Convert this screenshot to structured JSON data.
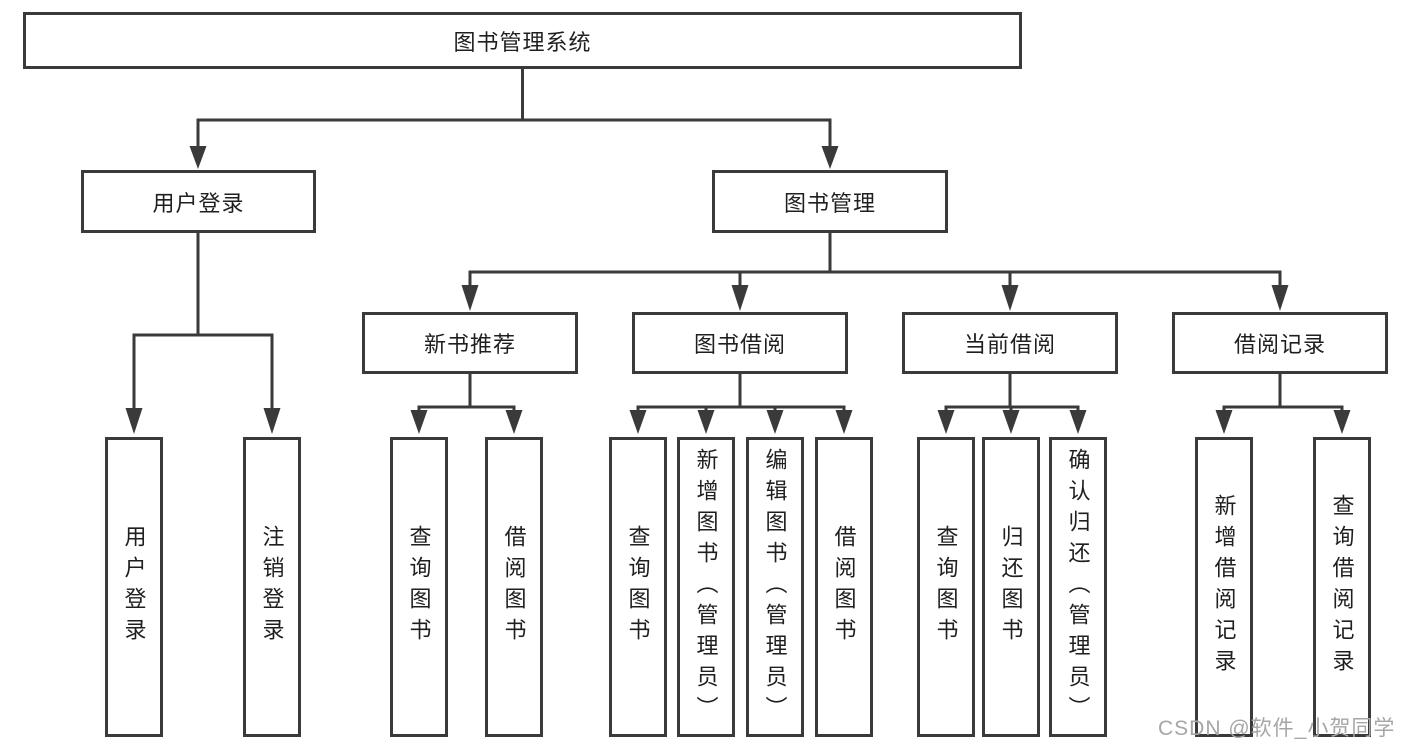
{
  "diagram": {
    "root": "图书管理系统",
    "level1": [
      {
        "label": "用户登录"
      },
      {
        "label": "图书管理"
      }
    ],
    "level2": [
      {
        "label": "新书推荐"
      },
      {
        "label": "图书借阅"
      },
      {
        "label": "当前借阅"
      },
      {
        "label": "借阅记录"
      }
    ],
    "leaves": [
      {
        "label": "用户登录"
      },
      {
        "label": "注销登录"
      },
      {
        "label": "查询图书"
      },
      {
        "label": "借阅图书"
      },
      {
        "label": "查询图书"
      },
      {
        "label": "新增图书（管理员）"
      },
      {
        "label": "编辑图书（管理员）"
      },
      {
        "label": "借阅图书"
      },
      {
        "label": "查询图书"
      },
      {
        "label": "归还图书"
      },
      {
        "label": "确认归还（管理员）"
      },
      {
        "label": "新增借阅记录"
      },
      {
        "label": "查询借阅记录"
      }
    ]
  },
  "watermark": {
    "text": "CSDN @软件_小贺同学"
  },
  "colors": {
    "line": "#3a3a3a",
    "border": "#3a3a3a",
    "text": "#1f1f1f",
    "watermark": "#a6a6a6",
    "background": "#ffffff"
  }
}
